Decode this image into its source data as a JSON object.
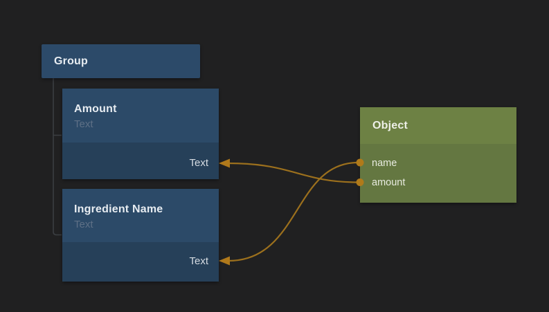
{
  "editor": {
    "background_color": "#202021",
    "wire_color": "#9c701d",
    "socket_color": "#b07a1a",
    "blue_header_color": "#2c4a68",
    "blue_body_color": "#264059",
    "green_header_color": "#6d8144",
    "green_body_color": "#647741",
    "tree_connector_color": "#3b3e42"
  },
  "nodes": {
    "group": {
      "title": "Group"
    },
    "amount": {
      "title": "Amount",
      "subtitle": "Text",
      "output_label": "Text"
    },
    "ingredient_name": {
      "title": "Ingredient Name",
      "subtitle": "Text",
      "output_label": "Text"
    },
    "object": {
      "title": "Object",
      "fields": [
        {
          "label": "name"
        },
        {
          "label": "amount"
        }
      ]
    }
  },
  "connections": [
    {
      "from": "Object.name",
      "to": "Ingredient Name.Text"
    },
    {
      "from": "Object.amount",
      "to": "Amount.Text"
    }
  ]
}
